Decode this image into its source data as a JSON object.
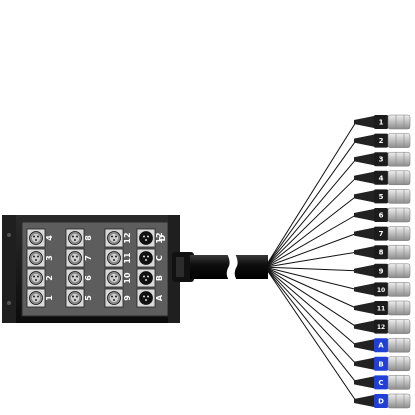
{
  "stagebox": {
    "rows": [
      [
        {
          "label": "4",
          "type": "female"
        },
        {
          "label": "8",
          "type": "female"
        },
        {
          "label": "12",
          "type": "female"
        },
        {
          "label": "12",
          "type": "male"
        }
      ],
      [
        {
          "label": "3",
          "type": "female"
        },
        {
          "label": "7",
          "type": "female"
        },
        {
          "label": "11",
          "type": "female"
        },
        {
          "label": "C",
          "type": "male"
        }
      ],
      [
        {
          "label": "2",
          "type": "female"
        },
        {
          "label": "6",
          "type": "female"
        },
        {
          "label": "10",
          "type": "female"
        },
        {
          "label": "B",
          "type": "male"
        }
      ],
      [
        {
          "label": "1",
          "type": "female"
        },
        {
          "label": "5",
          "type": "female"
        },
        {
          "label": "9",
          "type": "female"
        },
        {
          "label": "A",
          "type": "male"
        }
      ]
    ],
    "side_labels": [
      "D"
    ]
  },
  "fanout": {
    "leads": [
      {
        "label": "1",
        "sleeve": "black"
      },
      {
        "label": "2",
        "sleeve": "black"
      },
      {
        "label": "3",
        "sleeve": "black"
      },
      {
        "label": "4",
        "sleeve": "black"
      },
      {
        "label": "5",
        "sleeve": "black"
      },
      {
        "label": "6",
        "sleeve": "black"
      },
      {
        "label": "7",
        "sleeve": "black"
      },
      {
        "label": "8",
        "sleeve": "black"
      },
      {
        "label": "9",
        "sleeve": "black"
      },
      {
        "label": "10",
        "sleeve": "black"
      },
      {
        "label": "11",
        "sleeve": "black"
      },
      {
        "label": "12",
        "sleeve": "black"
      },
      {
        "label": "A",
        "sleeve": "blue"
      },
      {
        "label": "B",
        "sleeve": "blue"
      },
      {
        "label": "C",
        "sleeve": "blue"
      },
      {
        "label": "D",
        "sleeve": "blue"
      }
    ]
  },
  "colors": {
    "box": "#1a1a1a",
    "panel": "#6a6a6a",
    "cable": "#111111",
    "black_sleeve": "#1c1c1c",
    "blue_sleeve": "#1f3fd6",
    "connector_metal": "#c8c8c8"
  }
}
